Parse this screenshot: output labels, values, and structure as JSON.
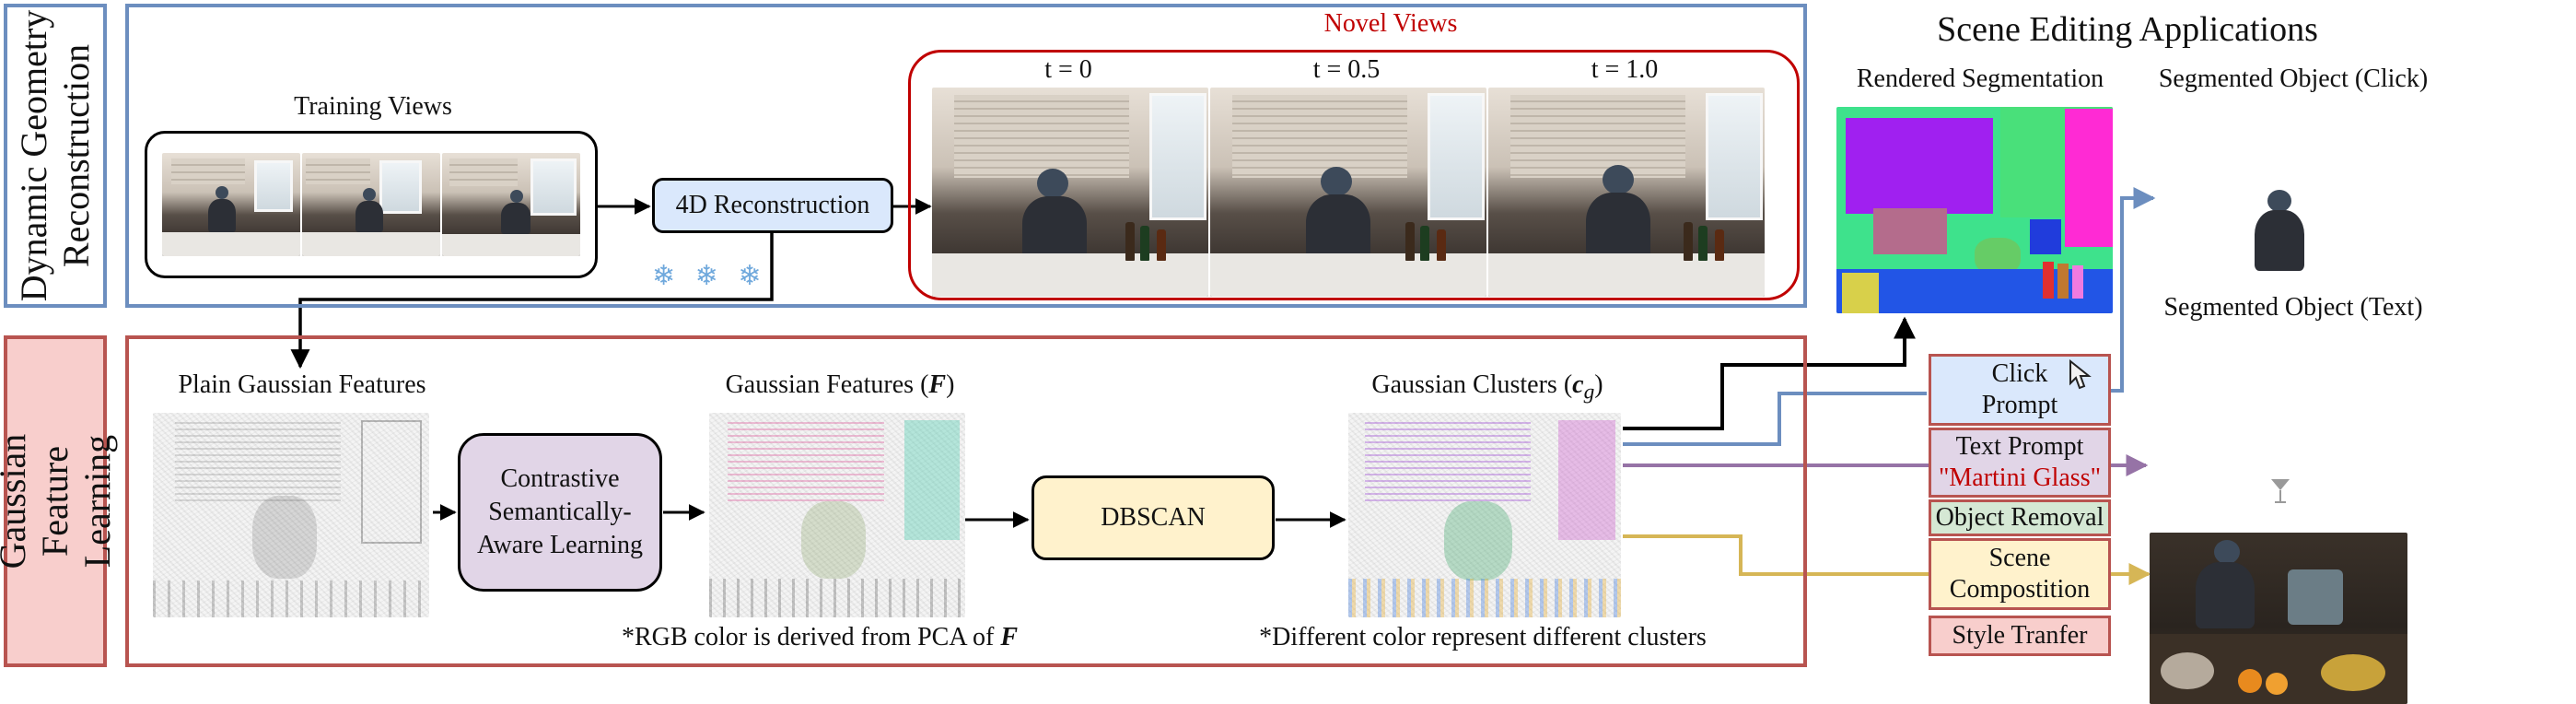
{
  "sections": {
    "top_label": "Dynamic Geometry Reconstruction",
    "bottom_label": "Gaussian Feature Learning"
  },
  "top": {
    "training_views_label": "Training Views",
    "reconstruction_label": "4D Reconstruction",
    "novel_views_title": "Novel Views",
    "novel_times": [
      "t = 0",
      "t = 0.5",
      "t = 1.0"
    ],
    "frozen_symbols": "❄ ❄ ❄"
  },
  "bottom": {
    "plain_features_label": "Plain Gaussian Features",
    "contrastive_label_lines": [
      "Contrastive",
      "Semantically-",
      "Aware Learning"
    ],
    "gaussian_features_prefix": "Gaussian Features (",
    "gaussian_features_symbol": "F",
    "gaussian_features_suffix": ")",
    "dbscan_label": "DBSCAN",
    "gaussian_clusters_prefix": "Gaussian Clusters (",
    "gaussian_clusters_symbol": "c",
    "gaussian_clusters_subscript": "g",
    "gaussian_clusters_suffix": ")",
    "pca_note_prefix": "*RGB color is derived from PCA of ",
    "pca_note_symbol": "F",
    "cluster_note": "*Different color represent different clusters"
  },
  "applications": {
    "title": "Scene Editing Applications",
    "rendered_segmentation": "Rendered Segmentation",
    "segmented_click": "Segmented Object (Click)",
    "segmented_text": "Segmented Object (Text)",
    "click_prompt_lines": [
      "Click",
      "Prompt"
    ],
    "text_prompt": "Text Prompt",
    "text_prompt_query": "\"Martini Glass\"",
    "object_removal": "Object Removal",
    "scene_composition_lines": [
      "Scene",
      "Compostition"
    ],
    "style_transfer": "Style Tranfer"
  },
  "colors": {
    "top_frame": "#6c8ebf",
    "bottom_frame": "#b85450",
    "novel_frame": "#c00000",
    "recon_fill": "#dae8fc",
    "contrastive_fill": "#e1d5e7",
    "dbscan_fill": "#fff2cc",
    "click_fill": "#dae8fc",
    "text_fill": "#e1d5e7",
    "removal_fill": "#d5e8d4",
    "composition_fill": "#fff2cc",
    "style_fill": "#f8cecc",
    "red_text": "#c00000",
    "blue_arrow": "#6c8ebf",
    "purple_arrow": "#9673a6",
    "gold_arrow": "#d6b656",
    "snow": "#6fa8dc"
  }
}
